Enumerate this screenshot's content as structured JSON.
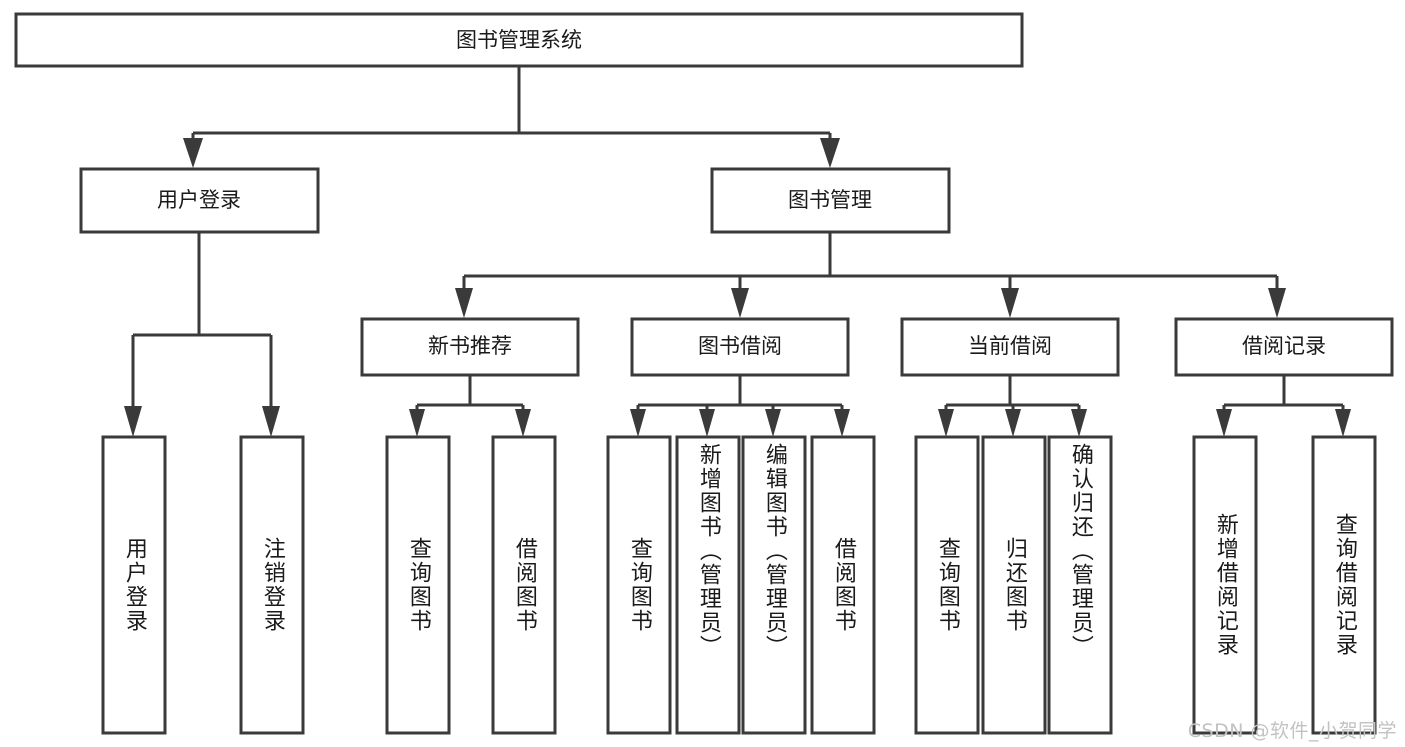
{
  "diagram": {
    "title": "图书管理系统",
    "type": "hierarchy-tree",
    "background_color": "#ffffff",
    "line_color": "#3a3a3a",
    "text_color": "#1a1a1a",
    "root": {
      "label": "图书管理系统"
    },
    "level2": [
      {
        "label": "用户登录"
      },
      {
        "label": "图书管理"
      }
    ],
    "level3": [
      {
        "label": "新书推荐"
      },
      {
        "label": "图书借阅"
      },
      {
        "label": "当前借阅"
      },
      {
        "label": "借阅记录"
      }
    ],
    "leaves": [
      {
        "label": "用户登录",
        "parent": "用户登录"
      },
      {
        "label": "注销登录",
        "parent": "用户登录"
      },
      {
        "label": "查询图书",
        "parent": "新书推荐"
      },
      {
        "label": "借阅图书",
        "parent": "新书推荐"
      },
      {
        "label": "查询图书",
        "parent": "图书借阅"
      },
      {
        "label": "新增图书（管理员）",
        "parent": "图书借阅"
      },
      {
        "label": "编辑图书（管理员）",
        "parent": "图书借阅"
      },
      {
        "label": "借阅图书",
        "parent": "图书借阅"
      },
      {
        "label": "查询图书",
        "parent": "当前借阅"
      },
      {
        "label": "归还图书",
        "parent": "当前借阅"
      },
      {
        "label": "确认归还（管理员）",
        "parent": "当前借阅"
      },
      {
        "label": "新增借阅记录",
        "parent": "借阅记录"
      },
      {
        "label": "查询借阅记录",
        "parent": "借阅记录"
      }
    ]
  },
  "watermark": {
    "text": "CSDN @软件_小贺同学"
  }
}
